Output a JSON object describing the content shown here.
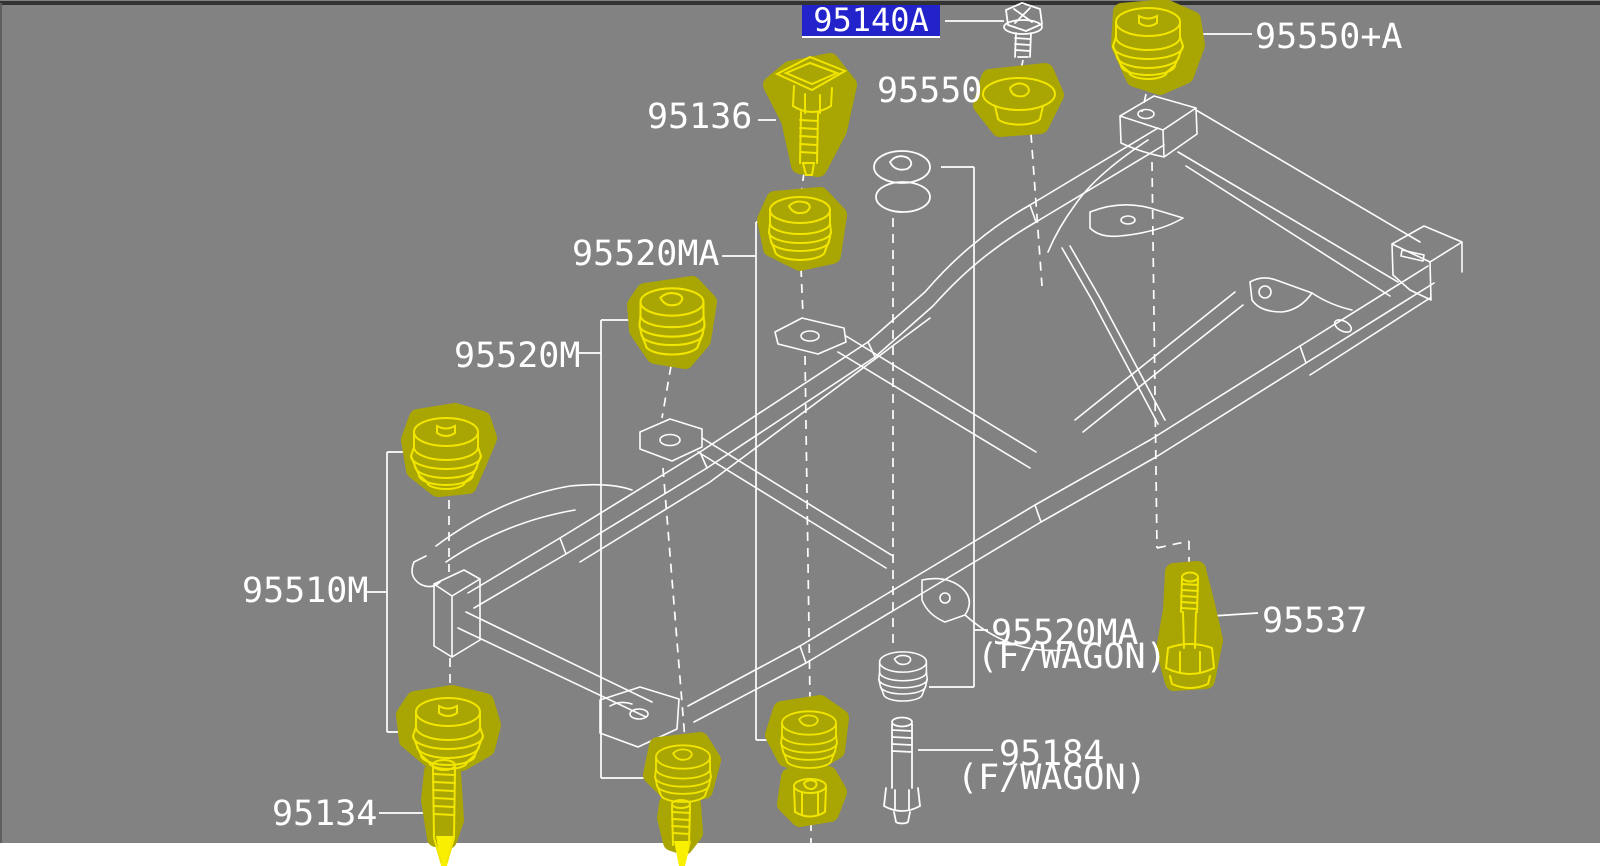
{
  "canvas": {
    "background": "#828282",
    "page_background": "#ffffff",
    "drawing_line": "#ffffff",
    "highlight_fill": "#a9a502",
    "highlight_line": "#f2e600",
    "selected_bg": "#2323cb",
    "selected_text": "#ffffff"
  },
  "selected_part": "95140A",
  "labels": {
    "p95140a": "95140A",
    "p95550": "95550",
    "p95550pa": "95550+A",
    "p95136": "95136",
    "p95520ma": "95520MA",
    "p95520m": "95520M",
    "p95510m": "95510M",
    "p95520ma_fw": "95520MA",
    "p95520ma_fw_note": "(F/WAGON)",
    "p95184": "95184",
    "p95184_note": "(F/WAGON)",
    "p95537": "95537",
    "p95134": "95134"
  }
}
